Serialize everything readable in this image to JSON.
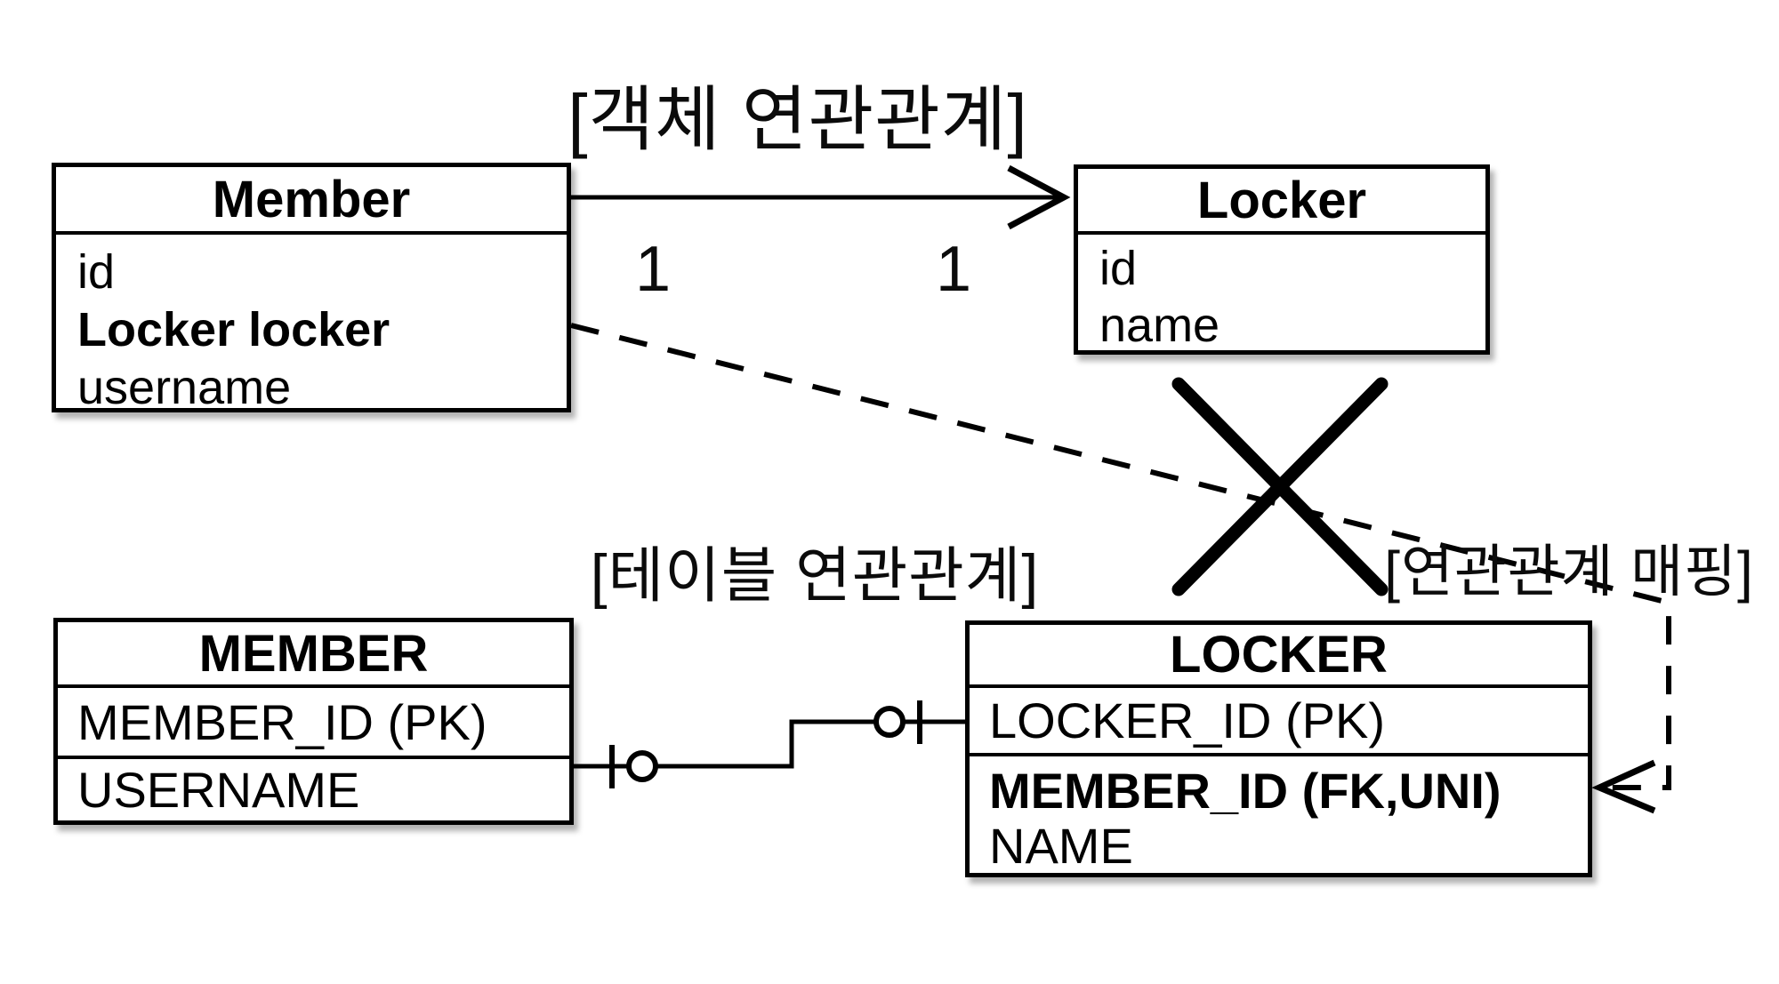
{
  "page": {
    "background": "#ffffff",
    "line_color": "#000000"
  },
  "object_association": {
    "title": "[객체 연관관계]",
    "member_class": {
      "title": "Member",
      "field_id": "id",
      "field_locker": "Locker locker",
      "field_username": "username"
    },
    "locker_class": {
      "title": "Locker",
      "field_id": "id",
      "field_name": "name"
    },
    "arrow_multiplicity_source": "1",
    "arrow_multiplicity_target": "1"
  },
  "mapping": {
    "label": "[연관관계 매핑]"
  },
  "table_association": {
    "title": "[테이블 연관관계]",
    "member_table": {
      "title": "MEMBER",
      "row_pk": "MEMBER_ID (PK)",
      "row_username": "USERNAME"
    },
    "locker_table": {
      "title": "LOCKER",
      "row_pk": "LOCKER_ID (PK)",
      "row_fk": "MEMBER_ID (FK,UNI)",
      "row_name": "NAME"
    }
  }
}
